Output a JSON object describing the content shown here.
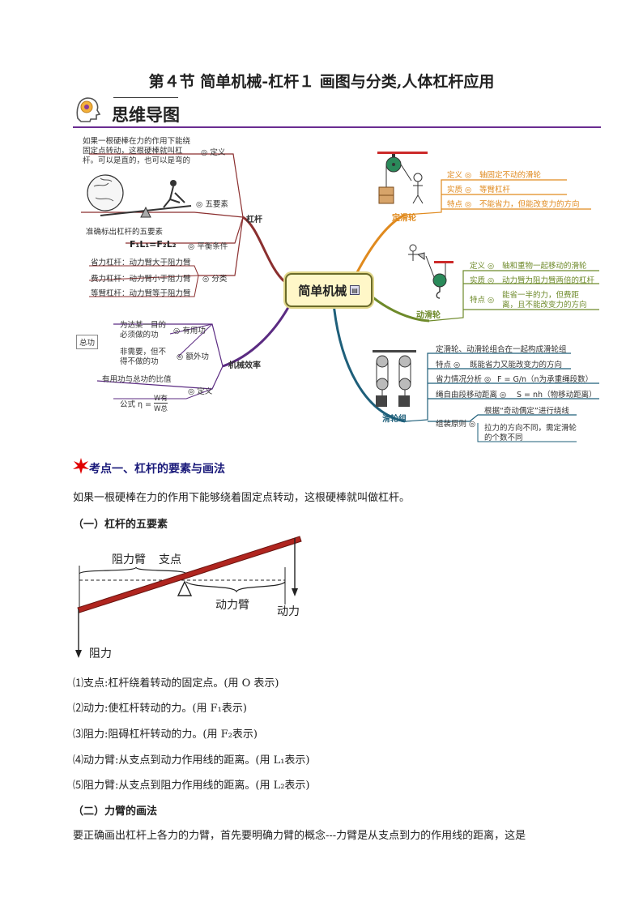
{
  "doc": {
    "title": "第４节  简单机械-杠杆１  画图与分类,人体杠杆应用",
    "mindmap_heading": "思维导图"
  },
  "mindmap": {
    "center": "简单机械",
    "lever": {
      "label": "杠杆",
      "definition_text_1": "如果一根硬棒在力的作用下能绕",
      "definition_text_2": "固定点转动，这根硬棒就叫杠",
      "definition_text_3": "杆。可以是直的，也可以是弯的",
      "definition_tag": "定义",
      "five_elements_caption": "准确标出杠杆的五要素",
      "five_elements_tag": "五要素",
      "balance_formula": "F₁L₁=F₂L₂",
      "balance_tag": "平衡条件",
      "class_1": "省力杠杆：动力臂大于阻力臂",
      "class_2": "费力杠杆：动力臂小于阻力臂",
      "class_3": "等臂杠杆：动力臂等于阻力臂",
      "class_tag": "分类"
    },
    "efficiency": {
      "label": "机械效率",
      "total_tag": "总功",
      "useful_1": "为达某一目的",
      "useful_2": "必须做的功",
      "useful_tag": "有用功",
      "extra_1": "非需要，但不",
      "extra_2": "得不做的功",
      "extra_tag": "额外功",
      "def_text": "有用功与总功的比值",
      "formula_prefix": "公式 η =",
      "formula_num": "W有",
      "formula_den": "W总",
      "def_tag": "定义"
    },
    "fixed_pulley": {
      "label": "定滑轮",
      "def_tag": "定义",
      "def_text": "轴固定不动的滑轮",
      "nature_tag": "实质",
      "nature_text": "等臂杠杆",
      "feature_tag": "特点",
      "feature_text": "不能省力，但能改变力的方向"
    },
    "movable_pulley": {
      "label": "动滑轮",
      "def_tag": "定义",
      "def_text": "轴和重物一起移动的滑轮",
      "nature_tag": "实质",
      "nature_text": "动力臂为阻力臂两倍的杠杆",
      "feature_tag": "特点",
      "feature_text_1": "能省一半的力，但费距",
      "feature_text_2": "离，且不能改变力的方向"
    },
    "pulley_block": {
      "label": "滑轮组",
      "def_text": "定滑轮、动滑轮组合在一起构成滑轮组",
      "feature_tag": "特点",
      "feature_text": "既能省力又能改变力的方向",
      "force_tag": "省力情况分析",
      "force_text": "F = G/n（n为承重绳段数）",
      "distance_tag": "绳自由段移动距离",
      "distance_text": "S = nh（物移动距离）",
      "assembly_tag": "组装原则",
      "assembly_1": "根据“奇动偶定”进行绕线",
      "assembly_2": "拉力的方向不同，需定滑轮",
      "assembly_3": "的个数不同"
    }
  },
  "section1": {
    "heading": "考点一、杠杆的要素与画法",
    "intro": "如果一根硬棒在力的作用下能够绕着固定点转动，这根硬棒就叫做杠杆。",
    "sub1": "（一）杠杆的五要素",
    "fig_resist_arm": "阻力臂",
    "fig_fulcrum": "支点",
    "fig_effort_arm": "动力臂",
    "fig_effort": "动力",
    "fig_resist": "阻力",
    "items": [
      "⑴支点:杠杆绕着转动的固定点。(用 O 表示)",
      "⑵动力:使杠杆转动的力。(用 F₁表示)",
      "⑶阻力:阻碍杠杆转动的力。(用 F₂表示)",
      "⑷动力臂:从支点到动力作用线的距离。(用 L₁表示)",
      "⑸阻力臂:从支点到阻力作用线的距离。(用 L₂表示)"
    ],
    "sub2": "（二）力臂的画法",
    "para2": "要正确画出杠杆上各力的力臂，首先要明确力臂的概念---力臂是从支点到力的作用线的距离，这是"
  },
  "colors": {
    "lever_branch": "#8b2f2f",
    "efficiency_branch": "#5b2b82",
    "fixed_branch": "#e08a1e",
    "movable_branch": "#6e8a2a",
    "block_branch": "#1e5f7a",
    "header_line": "#6a2c91",
    "star": "#e00000"
  }
}
